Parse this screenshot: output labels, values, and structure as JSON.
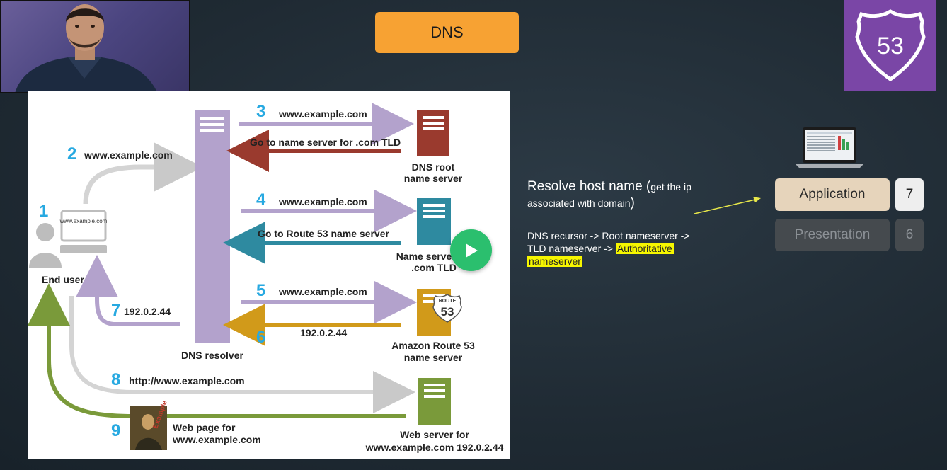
{
  "header": {
    "title": "DNS"
  },
  "logo": {
    "text": "53"
  },
  "diagram": {
    "end_user": {
      "step": "1",
      "label": "End user",
      "screen_text": "www.example.com"
    },
    "step2": {
      "num": "2",
      "text": "www.example.com"
    },
    "resolver": {
      "label": "DNS resolver"
    },
    "step3": {
      "num": "3",
      "text": "www.example.com",
      "reply": "Go to name server for .com TLD"
    },
    "root": {
      "label_line1": "DNS root",
      "label_line2": "name server"
    },
    "step4": {
      "num": "4",
      "text": "www.example.com",
      "reply": "Go to Route 53 name server"
    },
    "tld": {
      "label_line1": "Name server for",
      "label_line2": ".com TLD"
    },
    "step5": {
      "num": "5",
      "text": "www.example.com"
    },
    "step6": {
      "num": "6",
      "text": "192.0.2.44"
    },
    "route53": {
      "badge_top": "ROUTE",
      "badge_num": "53",
      "label_line1": "Amazon Route 53",
      "label_line2": "name server"
    },
    "step7": {
      "num": "7",
      "text": "192.0.2.44"
    },
    "step8": {
      "num": "8",
      "text": "http://www.example.com"
    },
    "step9": {
      "num": "9",
      "text_line1": "Web page for",
      "text_line2": "www.example.com",
      "thumb_text": "Example"
    },
    "webserver": {
      "label_line1": "Web server for",
      "label_line2": "www.example.com 192.0.2.44"
    },
    "colors": {
      "purple": "#b3a2cc",
      "red": "#9a3a2e",
      "teal": "#2e8aa0",
      "gold": "#d19a1a",
      "green": "#7a9a3a",
      "grey": "#c9c9c9",
      "step_blue": "#27a9e1"
    }
  },
  "notes": {
    "resolve_main": "Resolve host name (",
    "resolve_small": "get the ip",
    "resolve_line2": "associated with domain",
    "resolve_close": ")",
    "chain_line1": "DNS recursor -> Root nameserver ->",
    "chain_line2_prefix": "TLD nameserver -> ",
    "chain_highlight1": "Authoritative",
    "chain_highlight2": "nameserver"
  },
  "osi": [
    {
      "label": "Application",
      "num": "7"
    },
    {
      "label": "Presentation",
      "num": "6"
    }
  ]
}
